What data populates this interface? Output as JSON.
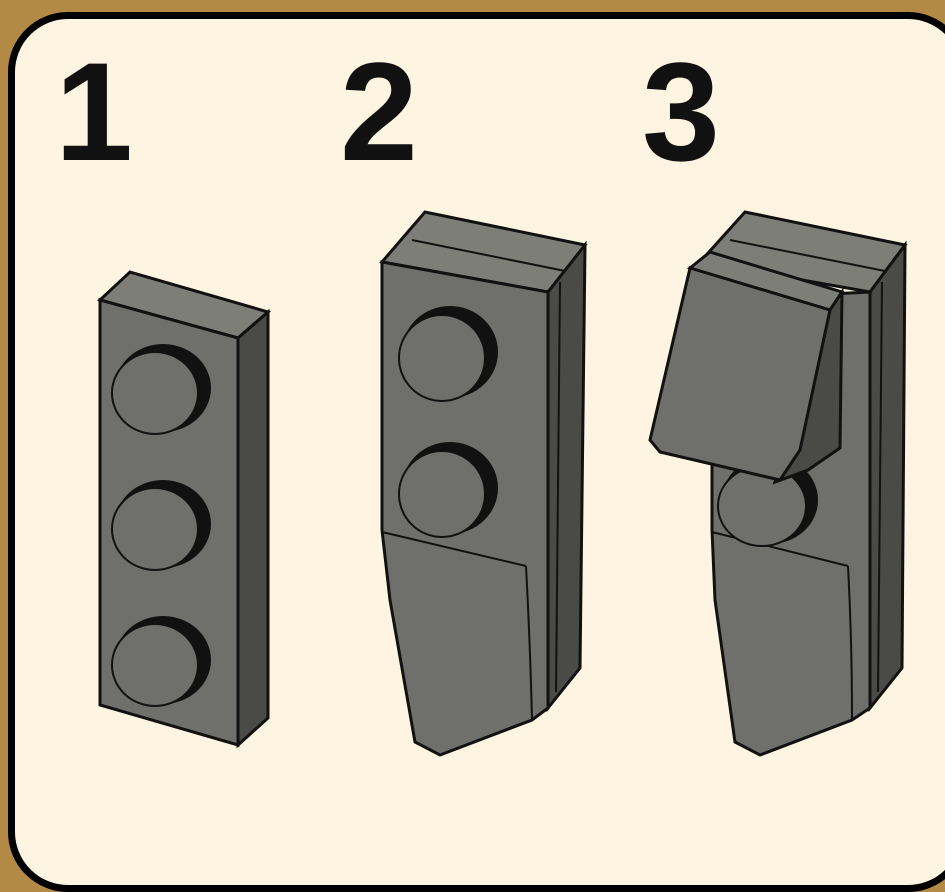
{
  "steps": [
    {
      "number": "1"
    },
    {
      "number": "2"
    },
    {
      "number": "3"
    }
  ],
  "colors": {
    "background": "#fdf5e1",
    "border": "#000000",
    "outer": "#b38a45",
    "part_front": "#6f6f6b",
    "part_top": "#7e7e79",
    "part_side": "#4a4a47",
    "stud_shadow": "#111111"
  }
}
